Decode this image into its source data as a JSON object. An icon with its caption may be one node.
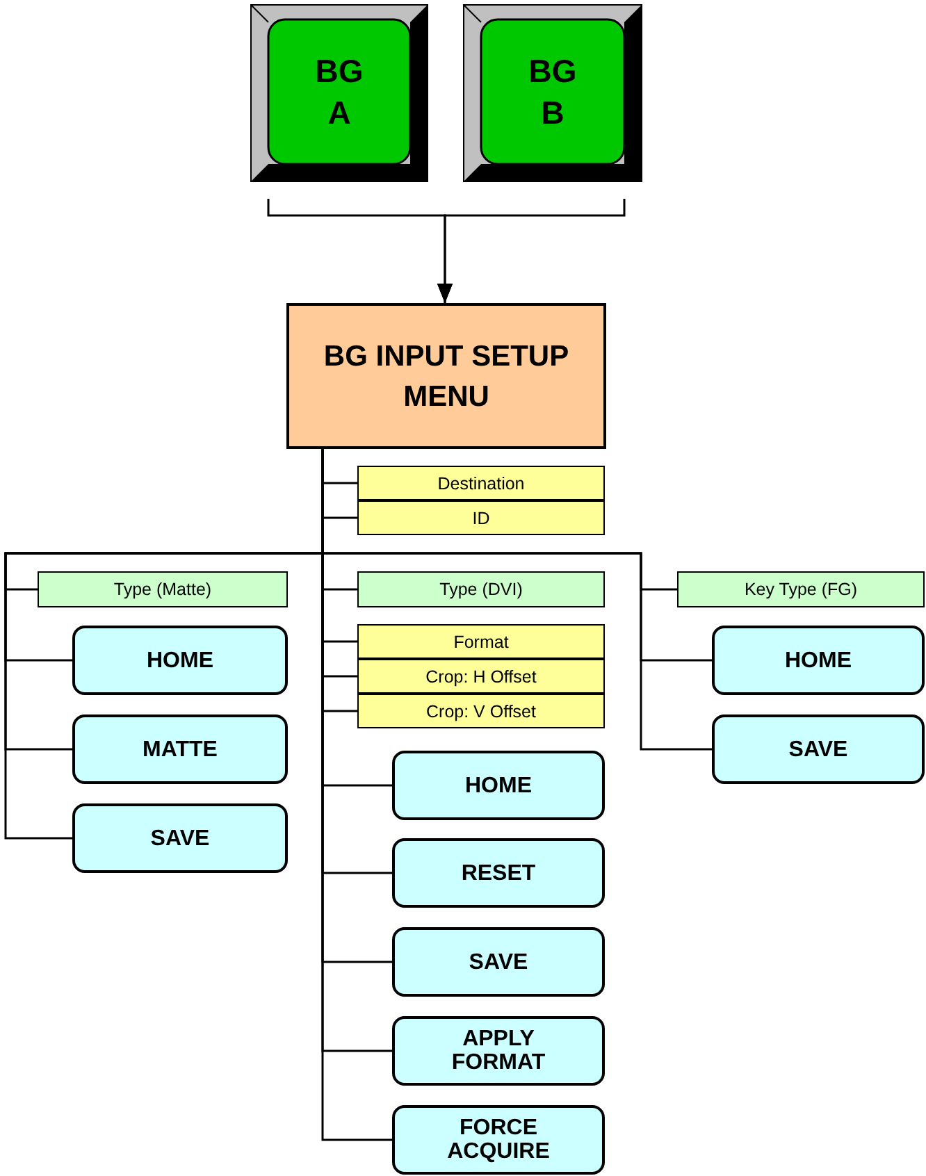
{
  "diagram": {
    "nodes": [
      {
        "text": [
          "BG A"
        ]
      },
      {
        "text": [
          "BG B"
        ]
      },
      {
        "text": [
          "BG INPUT SETUP MENU"
        ]
      },
      {
        "text": [
          "Destination"
        ]
      },
      {
        "text": [
          "ID"
        ]
      },
      {
        "text": [
          "Type (Matte)"
        ]
      },
      {
        "text": [
          "HOME"
        ]
      },
      {
        "text": [
          "MATTE"
        ]
      },
      {
        "text": [
          "SAVE"
        ]
      },
      {
        "text": [
          "Type (DVI)"
        ]
      },
      {
        "text": [
          "Format"
        ]
      },
      {
        "text": [
          "Crop:  H Offset"
        ]
      },
      {
        "text": [
          "Crop:  V Offset"
        ]
      },
      {
        "text": [
          "HOME"
        ]
      },
      {
        "text": [
          "RESET"
        ]
      },
      {
        "text": [
          "SAVE"
        ]
      },
      {
        "text": [
          "APPLY FORMAT"
        ]
      },
      {
        "text": [
          "FORCE ACQUIRE"
        ]
      },
      {
        "text": [
          "Key Type (FG)"
        ]
      },
      {
        "text": [
          "HOME"
        ]
      },
      {
        "text": [
          "SAVE"
        ]
      }
    ],
    "edges": [
      {
        "from": 0,
        "to": 2,
        "arrow": "to"
      },
      {
        "from": 1,
        "to": 2,
        "arrow": "to"
      },
      {
        "from": 2,
        "to": 3,
        "arrow": "none"
      },
      {
        "from": 2,
        "to": 4,
        "arrow": "none"
      },
      {
        "from": 2,
        "to": 5,
        "arrow": "none"
      },
      {
        "from": 2,
        "to": 6,
        "arrow": "none"
      },
      {
        "from": 2,
        "to": 7,
        "arrow": "none"
      },
      {
        "from": 2,
        "to": 8,
        "arrow": "none"
      },
      {
        "from": 2,
        "to": 9,
        "arrow": "none"
      },
      {
        "from": 2,
        "to": 10,
        "arrow": "none"
      },
      {
        "from": 2,
        "to": 11,
        "arrow": "none"
      },
      {
        "from": 2,
        "to": 12,
        "arrow": "none"
      },
      {
        "from": 2,
        "to": 13,
        "arrow": "none"
      },
      {
        "from": 2,
        "to": 14,
        "arrow": "none"
      },
      {
        "from": 2,
        "to": 15,
        "arrow": "none"
      },
      {
        "from": 2,
        "to": 16,
        "arrow": "none"
      },
      {
        "from": 2,
        "to": 17,
        "arrow": "none"
      },
      {
        "from": 2,
        "to": 18,
        "arrow": "none"
      },
      {
        "from": 2,
        "to": 19,
        "arrow": "none"
      },
      {
        "from": 2,
        "to": 20,
        "arrow": "none"
      }
    ]
  }
}
